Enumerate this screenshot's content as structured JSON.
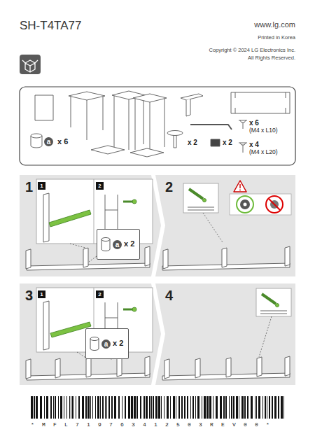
{
  "diagram": {
    "title": "SH-T4TA77",
    "nodes": [
      {
        "text": [
          "1"
        ]
      },
      {
        "text": [
          "1"
        ],
        "in": 0
      },
      {
        "text": [
          "2"
        ],
        "in": 0
      },
      {
        "text": [
          "a",
          "x 2"
        ],
        "in": 0
      },
      {
        "text": [
          "2"
        ]
      },
      {
        "text": [
          "3"
        ]
      },
      {
        "text": [
          "1"
        ],
        "in": 5
      },
      {
        "text": [
          "2"
        ],
        "in": 5
      },
      {
        "text": [
          "a",
          "x 2"
        ],
        "in": 5
      },
      {
        "text": [
          "4"
        ]
      }
    ],
    "labels": [
      "www.lg.com",
      "Printed in Korea",
      "Copyright © 2024 LG Electronics Inc.",
      "All Rights Reserved.",
      "a",
      "x 6",
      "x 2",
      "x 2",
      "x 6",
      "(M4 x L10)",
      "x 4",
      "(M4 x L20)",
      "*MFL719763412503REV00*"
    ]
  }
}
